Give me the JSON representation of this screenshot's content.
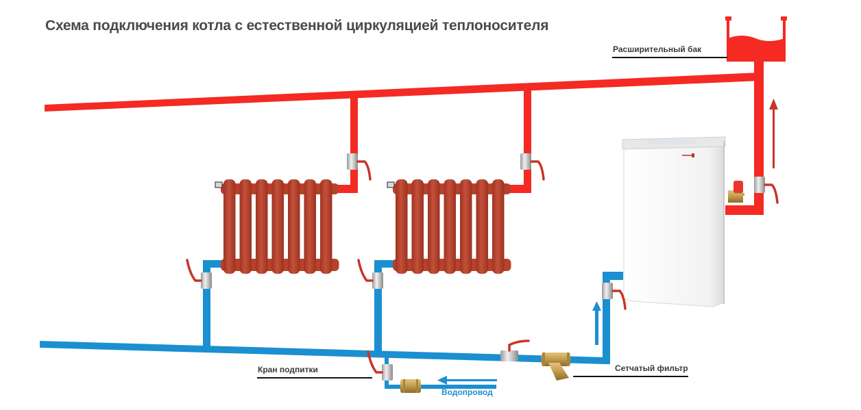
{
  "title": "Схема подключения котла с естественной циркуляцией теплоносителя",
  "labels": {
    "expansion_tank": "Расширительный бак",
    "makeup_valve": "Кран подпитки",
    "mesh_filter": "Сетчатый фильтр",
    "water_supply": "Водопровод"
  },
  "components": {
    "radiators": [
      {
        "name": "Радиатор 1",
        "sections": 7
      },
      {
        "name": "Радиатор 2",
        "sections": 7
      }
    ],
    "boiler": "Котёл",
    "supply_line": "Подающий трубопровод",
    "return_line": "Обратный трубопровод"
  },
  "colors": {
    "supply_pipe": "#f42a23",
    "return_pipe": "#1b8fd0",
    "radiator": "#b8412c",
    "valve_handle": "#c8342a",
    "brass": "#c9a45a",
    "boiler_body": "#f4f4f4",
    "title_text": "#4a4a4a"
  }
}
